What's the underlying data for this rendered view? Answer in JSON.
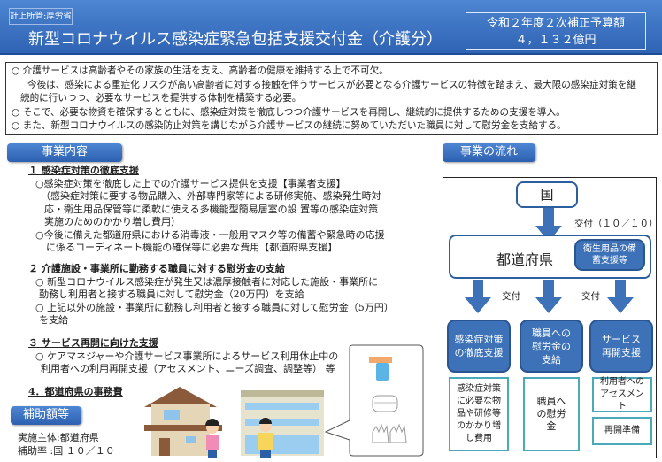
{
  "header": {
    "ministry": "計上所管:厚労省",
    "title": "新型コロナウイルス感染症緊急包括支援交付金（介護分）",
    "budget_label": "令和２年度２次補正予算額",
    "budget_amount": "４，１３２億円"
  },
  "intro": [
    "○ 介護サービスは高齢者やその家族の生活を支え、高齢者の健康を維持する上で不可欠。",
    "今後は、感染による重症化リスクが高い高齢者に対する接触を伴うサービスが必要となる介護サービスの特徴を踏まえ、最大限の感染症対策を継",
    "続的に行いつつ、必要なサービスを提供する体制を構築する必要。",
    "○ そこで、必要な物資を確保するとともに、感染症対策を徹底しつつ介護サービスを再開し、継続的に提供するための支援を導入。",
    "○ また、新型コロナウイルスの感染防止対策を講じながら介護サービスの継続に努めていただいた職員に対して慰労金を支給する。"
  ],
  "content": {
    "label": "事業内容",
    "sections": [
      {
        "heading": "１ 感染症対策の徹底支援",
        "lines": [
          "○感染症対策を徹底した上での介護サービス提供を支援【事業者支援】",
          "（感染症対策に要する物品購入、外部専門家等による研修実施、感染発生時対",
          "応・衛生用品保管等に柔軟に使える多機能型簡易居室の設 置等の感染症対策",
          "実施のためのかかり増し費用）",
          "○今後に備えた都道府県における消毒液・一般用マスク等の備蓄や緊急時の応援",
          "に係るコーディネート機能の確保等に必要な費用【都道府県支援】"
        ]
      },
      {
        "heading": "２ 介護施設・事業所に勤務する職員に対する慰労金の支給",
        "lines": [
          "○ 新型コロナウイルス感染症が発生又は濃厚接触者に対応した施設・事業所に",
          "勤務し利用者と接する職員に対して慰労金（20万円）を支給",
          "○ 上記以外の施設・事業所に勤務し利用者と接する職員に対して慰労金（5万円）",
          "を支給"
        ]
      },
      {
        "heading": "３ サービス再開に向けた支援",
        "lines": [
          "○ ケアマネジャーや介護サービス事業所によるサービス利用休止中の",
          "利用者への利用再開支援（アセスメント、ニーズ調査、調整等） 等"
        ]
      },
      {
        "heading": "4．都道府県の事務費",
        "lines": []
      }
    ]
  },
  "subsidy": {
    "label": "補助額等",
    "implementer": "実施主体:都道府県",
    "rate": "補助率 :国 １０／１０"
  },
  "flow": {
    "label": "事業の流れ",
    "country": "国",
    "grant_ratio": "交付（１０／１０）",
    "prefecture": "都道府県",
    "prefecture_sub": "衛生用品の備蓄支援等",
    "grant_left": "交付",
    "grant_right": "交付",
    "columns": [
      {
        "title": "感染症対策の徹底支援",
        "items": [
          "感染症対策に必要な物品や研修等のかかり増し費用"
        ]
      },
      {
        "title": "職員への慰労金の支給",
        "items": [
          "職員への慰労金"
        ]
      },
      {
        "title": "サービス再開支援",
        "items": [
          "利用者へのアセスメント",
          "再開準備"
        ]
      }
    ]
  },
  "colors": {
    "header_blue": "#2f63b3",
    "box_blue": "#3e72b8",
    "outline_teal": "#4aa9bb"
  }
}
